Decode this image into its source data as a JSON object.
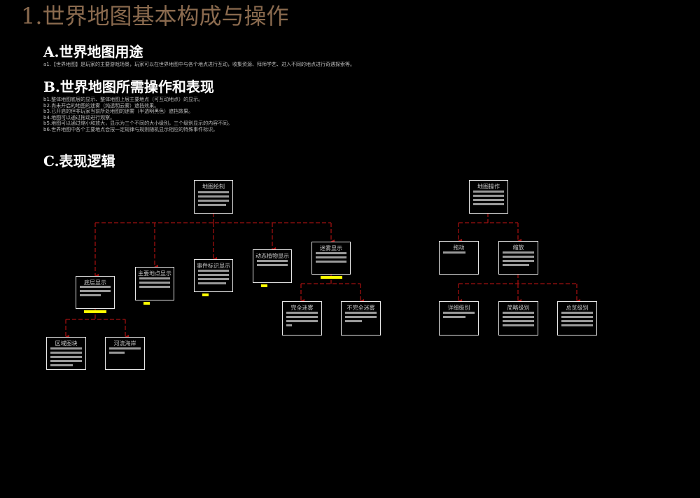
{
  "title": "1.世界地图基本构成与操作",
  "sectionA": {
    "heading": "A.世界地图用途",
    "lines": [
      "a1.【世界地图】是玩家的主要游戏场景，玩家可以在世界地图中与各个地点进行互动，收集资源、拜师学艺、进入不同的地点进行奇遇探索等。"
    ]
  },
  "sectionB": {
    "heading": "B.世界地图所需操作和表现",
    "lines": [
      "b1.整体地图底层的显示、整体地图上层主要地点（可互动地点）的显示。",
      "b2.尚未开启的地图的迷雾（纯透明云雾）遮挡效果。",
      "b3.已开启的但非玩家当前所处地图的迷雾（半透明黑色）遮挡效果。",
      "b4.地图可以通过拖动进行观察。",
      "b5.地图可以通过缩小和放大，显示为三个不同的大小级别，三个级别显示的内容不同。",
      "b6.世界地图中各个主要地点会按一定规律与规则随机显示相应的特殊事件标识。"
    ]
  },
  "sectionC": {
    "heading": "C.表现逻辑"
  },
  "diagram": {
    "nodes": {
      "map_draw": "地图绘制",
      "base_display": "底层显示",
      "main_points": "主要地点显示",
      "event_marks": "事件标识显示",
      "dynamic_decor": "动态植物显示",
      "fog_display": "迷雾显示",
      "region_tiles": "区域图块",
      "river_coast": "河流海岸",
      "fog_full": "完全迷雾",
      "fog_partial": "不完全迷雾",
      "map_ops": "地图操作",
      "drag": "拖动",
      "zoom": "缩放",
      "detail_level": "详细级别",
      "brief_level": "简略级别",
      "total_level": "总览级别"
    }
  },
  "colors": {
    "title": "#8a6a4e",
    "connector": "#a01010",
    "tag": "#ffff00",
    "box_border": "#e6e6e6"
  }
}
